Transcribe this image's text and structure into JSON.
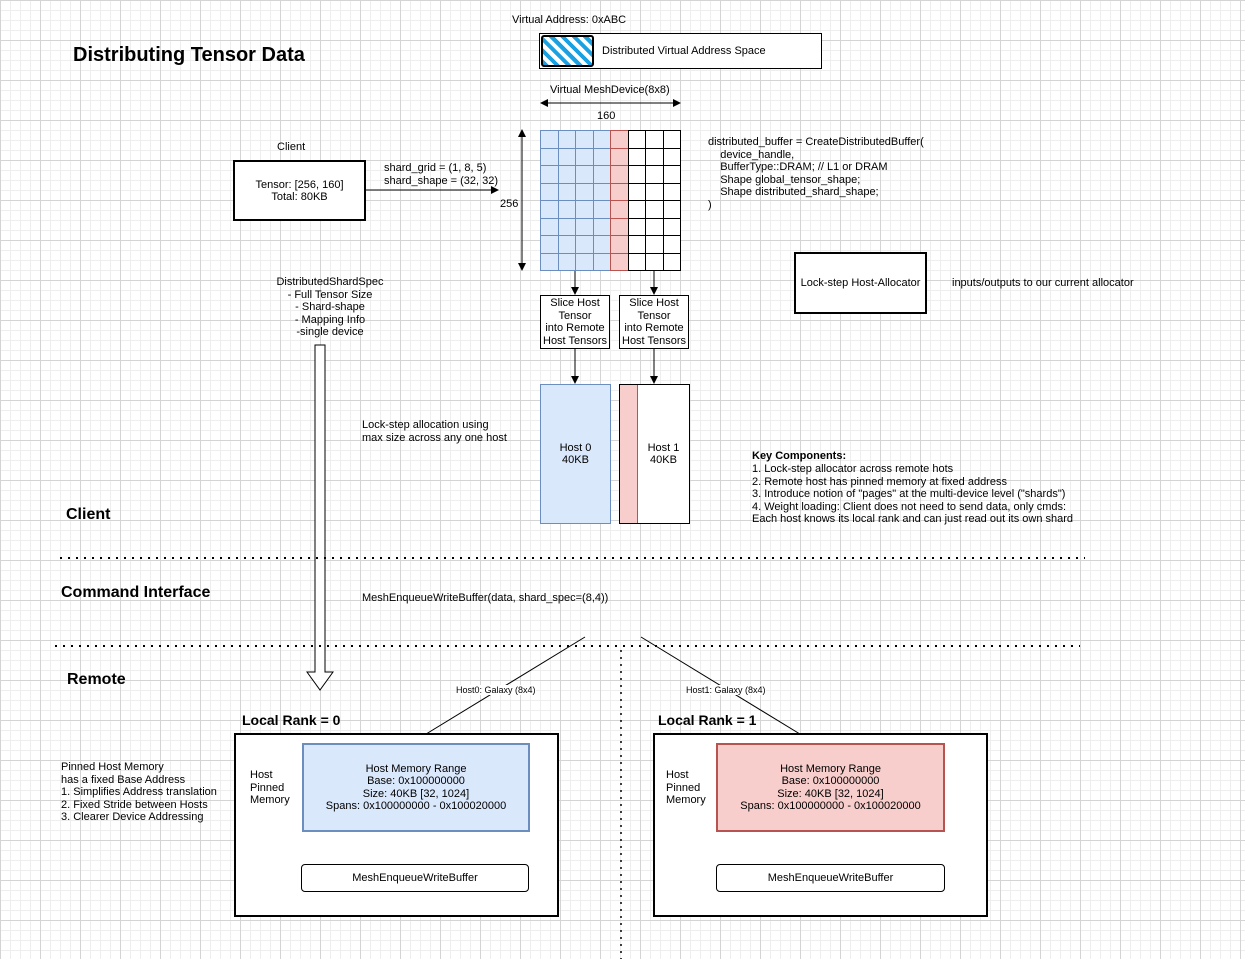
{
  "page_title": "Distributing Tensor Data",
  "virtual_address": {
    "label": "Virtual Address: 0xABC",
    "space_label": "Distributed Virtual Address Space"
  },
  "mesh": {
    "title": "Virtual MeshDevice(8x8)",
    "width_label": "160",
    "height_label": "256",
    "rows": 8,
    "cols": 8,
    "blue_cols": 4,
    "red_cols": 1
  },
  "client_box": {
    "caption": "Client",
    "text": "Tensor: [256, 160]\nTotal: 80KB"
  },
  "shard_params": "shard_grid = (1, 8, 5)\nshard_shape = (32, 32)",
  "code_snippet": "distributed_buffer = CreateDistributedBuffer(\n    device_handle,\n    BufferType::DRAM; // L1 or DRAM\n    Shape global_tensor_shape;\n    Shape distributed_shard_shape;\n)",
  "slice_boxes": [
    "Slice Host\nTensor\ninto Remote\nHost Tensors",
    "Slice Host\nTensor\ninto Remote\nHost Tensors"
  ],
  "hosts": [
    {
      "label": "Host 0\n40KB"
    },
    {
      "label": "Host 1\n40KB"
    }
  ],
  "allocator_box": "Lock-step Host-Allocator",
  "allocator_note": "inputs/outputs to our current allocator",
  "shard_spec": "DistributedShardSpec\n- Full Tensor Size\n- Shard-shape\n- Mapping Info\n-single device",
  "lockstep_note": "Lock-step allocation using\nmax size across any one host",
  "key_components": {
    "title": "Key Components:",
    "items": "1. Lock-step allocator across remote hots\n2. Remote host has pinned memory at fixed address\n3. Introduce notion of \"pages\" at the multi-device level (\"shards\")\n4. Weight loading: Client does not need to send data, only cmds:\nEach host knows its local rank and can just read out its own shard"
  },
  "sections": {
    "client": "Client",
    "command_interface": "Command Interface",
    "remote": "Remote"
  },
  "command": "MeshEnqueueWriteBuffer(data, shard_spec=(8,4))",
  "host_links": [
    "Host0: Galaxy (8x4)",
    "Host1: Galaxy (8x4)"
  ],
  "pinned_note": "Pinned Host Memory\nhas a fixed Base Address\n1. Simplifies Address translation\n2. Fixed Stride between Hosts\n3. Clearer Device Addressing",
  "ranks": [
    {
      "title": "Local Rank = 0",
      "side_label": "Host\nPinned\nMemory",
      "range": "Host Memory Range\nBase: 0x100000000\nSize: 40KB [32, 1024]\nSpans: 0x100000000 - 0x100020000",
      "enqueue": "MeshEnqueueWriteBuffer"
    },
    {
      "title": "Local Rank = 1",
      "side_label": "Host\nPinned\nMemory",
      "range": "Host Memory Range\nBase: 0x100000000\nSize: 40KB [32, 1024]\nSpans: 0x100000000 - 0x100020000",
      "enqueue": "MeshEnqueueWriteBuffer"
    }
  ],
  "colors": {
    "blue_fill": "#dae8fc",
    "blue_stroke": "#6c8ebf",
    "red_fill": "#f8cecc",
    "red_stroke": "#b85450",
    "stripe": "#1ba1e2"
  }
}
